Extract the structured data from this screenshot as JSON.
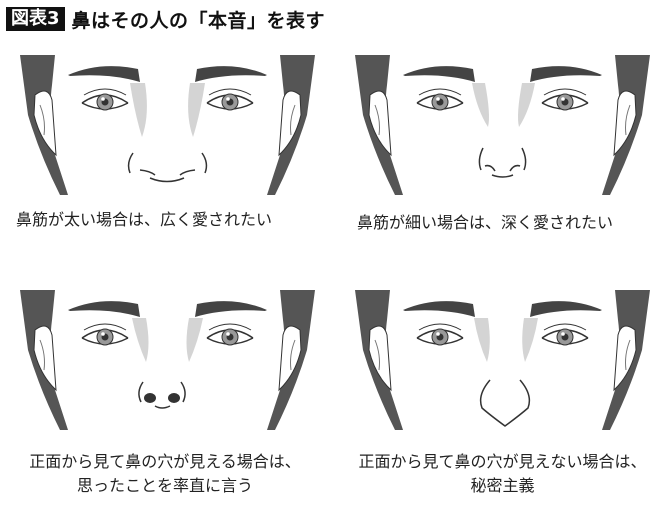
{
  "header": {
    "badge": "図表3",
    "title": "鼻はその人の「本音」を表す"
  },
  "panels": [
    {
      "id": "thick-bridge",
      "caption_lines": [
        "鼻筋が太い場合は、広く愛されたい"
      ],
      "nose_type": "wide-bridge"
    },
    {
      "id": "thin-bridge",
      "caption_lines": [
        "鼻筋が細い場合は、深く愛されたい"
      ],
      "nose_type": "narrow-bridge"
    },
    {
      "id": "visible-nostrils",
      "caption_lines": [
        "正面から見て鼻の穴が見える場合は、",
        "思ったことを率直に言う"
      ],
      "nose_type": "visible-nostrils"
    },
    {
      "id": "hidden-nostrils",
      "caption_lines": [
        "正面から見て鼻の穴が見えない場合は、",
        "秘密主義"
      ],
      "nose_type": "hidden-nostrils"
    }
  ],
  "colors": {
    "hair": "#555555",
    "brow": "#444444",
    "bridge_highlight": "#d4d4d4",
    "badge_bg": "#111111",
    "line": "#333333"
  }
}
